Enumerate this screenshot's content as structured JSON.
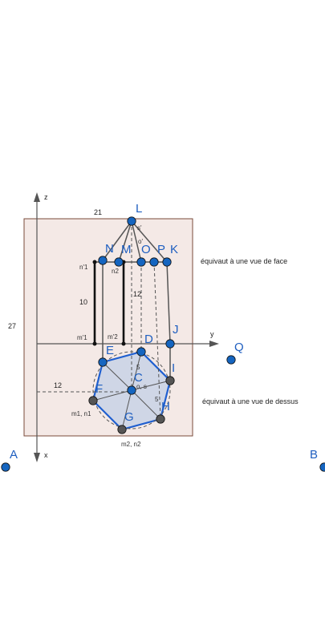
{
  "axes": {
    "z_label": "z",
    "y_label": "y",
    "x_label": "x"
  },
  "dimensions": {
    "width": "21",
    "height": "27",
    "left_offset": "12",
    "h10": "10",
    "h12": "12",
    "s5a": "5",
    "s5b": "5"
  },
  "notes": {
    "front_view": "équivaut à une vue de face",
    "top_view": "équivaut à une vue de dessus"
  },
  "small_labels": {
    "s_prime": "s'",
    "o_prime": "o'",
    "n1_prime": "n'1",
    "n2": "n2",
    "m1_prime": "m'1",
    "m2_prime": "m'2",
    "m1n1": "m1, n1",
    "m2n2": "m2, n2",
    "o_s": "o, s"
  },
  "points": {
    "L": "L",
    "N": "N",
    "M": "M",
    "O": "O",
    "P": "P",
    "K": "K",
    "E": "E",
    "D": "D",
    "J": "J",
    "Q": "Q",
    "I": "I",
    "C": "C",
    "F": "F",
    "G": "G",
    "H": "H",
    "A": "A",
    "B": "B"
  },
  "colors": {
    "blue_point": "#1565c0",
    "gray_point": "#555555",
    "panel": "#f4e9e6",
    "hex_fill": "#cfd6e6",
    "edge_blue": "#1f5fd0"
  }
}
